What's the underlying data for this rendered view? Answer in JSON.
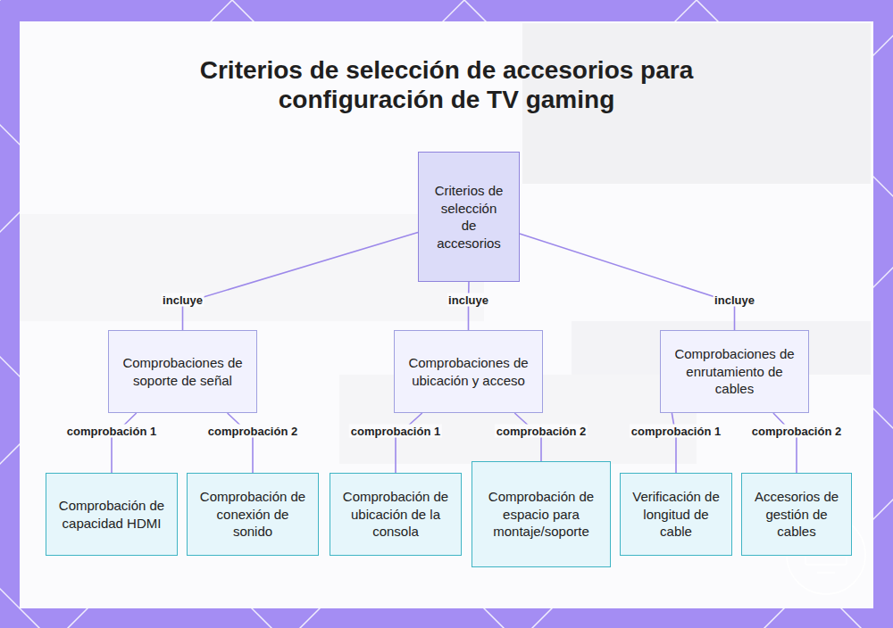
{
  "diagram": {
    "title": "Criterios de selección de accesorios para configuración de TV gaming",
    "nodes": [
      {
        "text": [
          "Criterios de selección de accesorios"
        ]
      },
      {
        "text": [
          "Comprobaciones de soporte de señal"
        ]
      },
      {
        "text": [
          "Comprobaciones de ubicación y acceso"
        ]
      },
      {
        "text": [
          "Comprobaciones de enrutamiento de cables"
        ]
      },
      {
        "text": [
          "Comprobación de capacidad HDMI"
        ]
      },
      {
        "text": [
          "Comprobación de conexión de sonido"
        ]
      },
      {
        "text": [
          "Comprobación de ubicación de la consola"
        ]
      },
      {
        "text": [
          "Comprobación de espacio para montaje/soporte"
        ]
      },
      {
        "text": [
          "Verificación de longitud de cable"
        ]
      },
      {
        "text": [
          "Accesorios de gestión de cables"
        ]
      }
    ],
    "edges": [
      {
        "from": 0,
        "to": 1,
        "label": "incluye",
        "arrow": "none"
      },
      {
        "from": 0,
        "to": 2,
        "label": "incluye",
        "arrow": "none"
      },
      {
        "from": 0,
        "to": 3,
        "label": "incluye",
        "arrow": "none"
      },
      {
        "from": 1,
        "to": 4,
        "label": "comprobación 1",
        "arrow": "none"
      },
      {
        "from": 1,
        "to": 5,
        "label": "comprobación 2",
        "arrow": "none"
      },
      {
        "from": 2,
        "to": 6,
        "label": "comprobación 1",
        "arrow": "none"
      },
      {
        "from": 2,
        "to": 7,
        "label": "comprobación 2",
        "arrow": "none"
      },
      {
        "from": 3,
        "to": 8,
        "label": "comprobación 1",
        "arrow": "none"
      },
      {
        "from": 3,
        "to": 9,
        "label": "comprobación 2",
        "arrow": "none"
      }
    ]
  }
}
